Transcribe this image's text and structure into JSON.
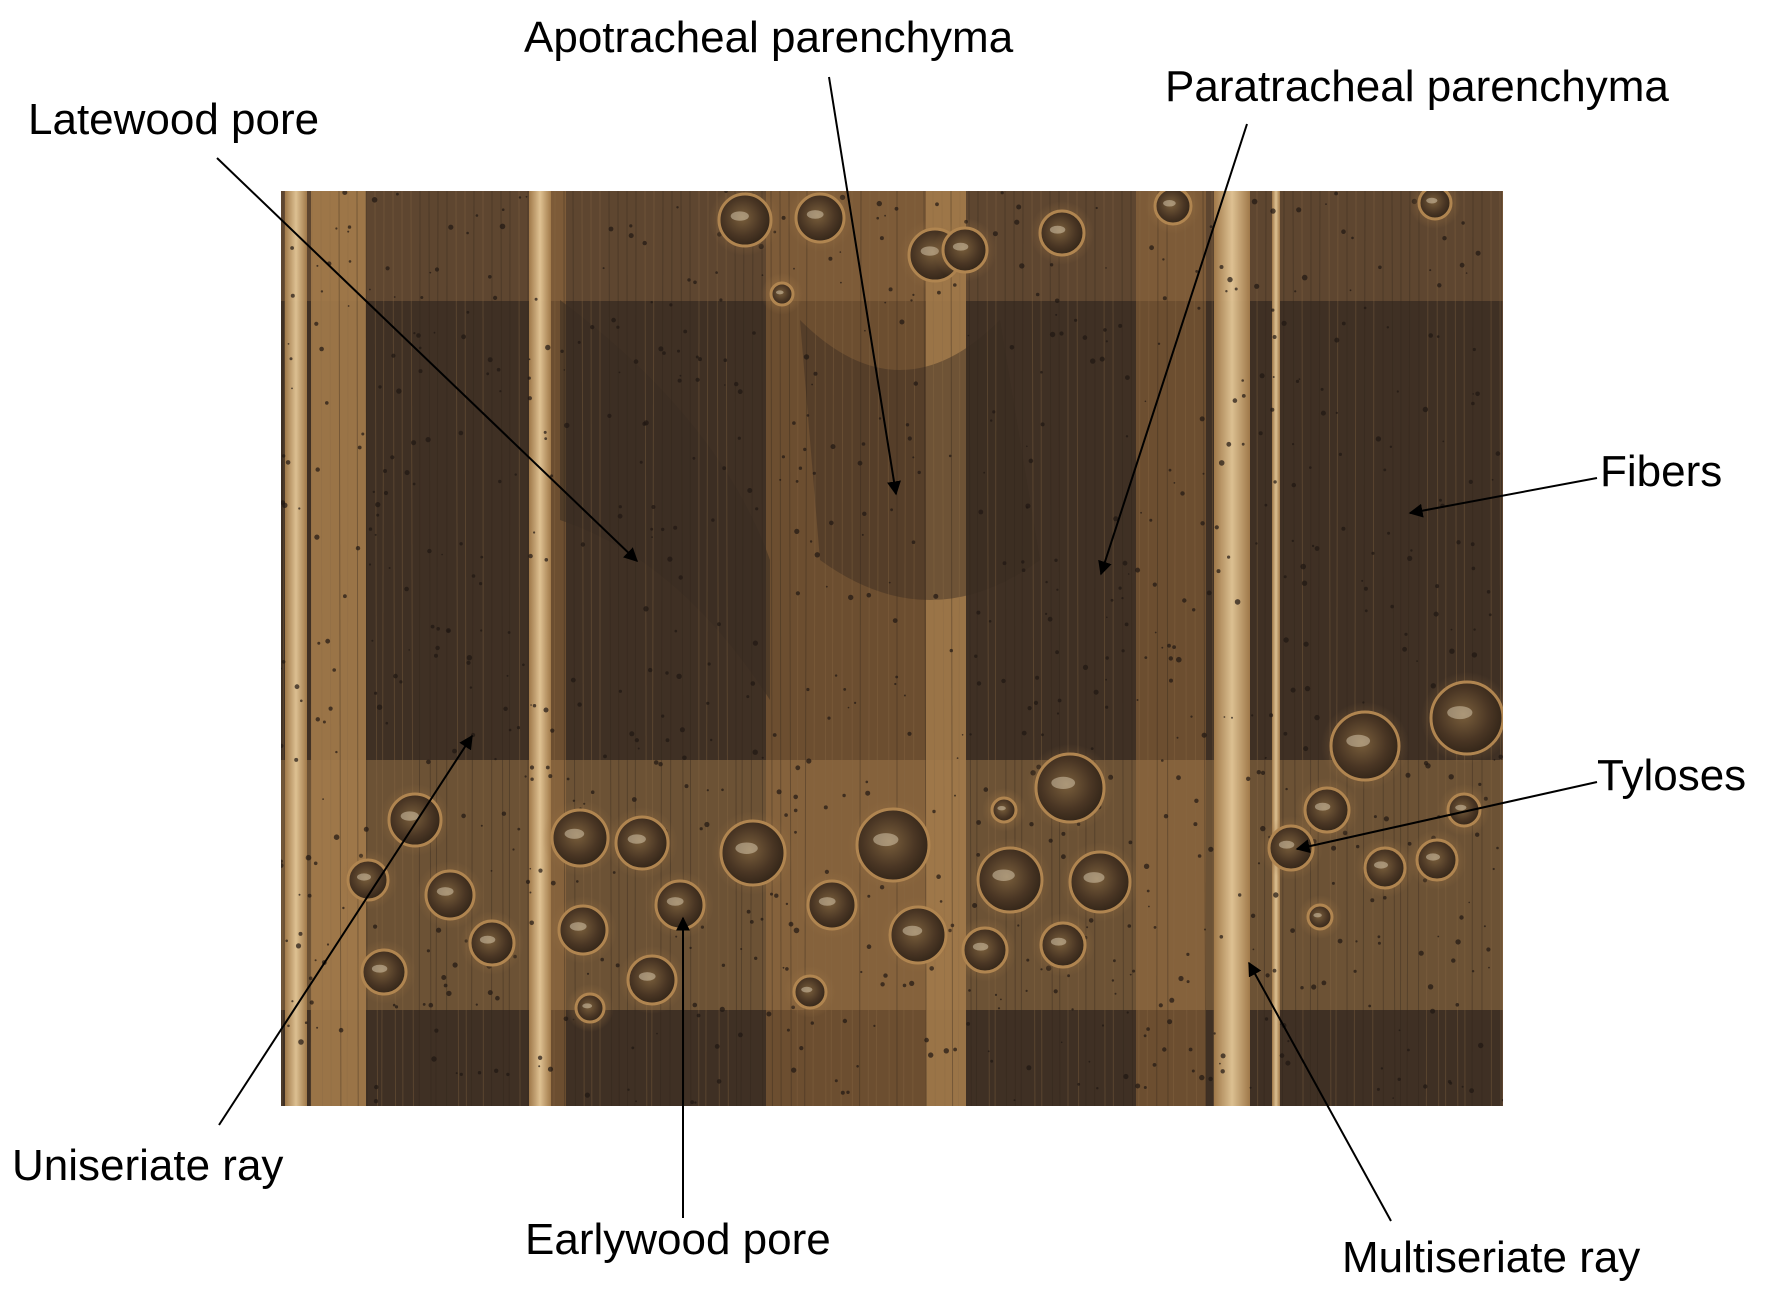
{
  "figure": {
    "labels": {
      "apotracheal": "Apotracheal parenchyma",
      "paratracheal": "Paratracheal parenchyma",
      "latewood_pore": "Latewood pore",
      "fibers": "Fibers",
      "tyloses": "Tyloses",
      "uniseriate_ray": "Uniseriate ray",
      "earlywood_pore": "Earlywood pore",
      "multiseriate_ray": "Multiseriate ray"
    },
    "colors": {
      "dark_tissue": "#3a2d22",
      "mid_tissue": "#6e5030",
      "light_tissue": "#a47c4b",
      "ray": "#d8b98a",
      "pore_dark": "#3b2c1c",
      "pore_rim": "#b08550"
    }
  }
}
